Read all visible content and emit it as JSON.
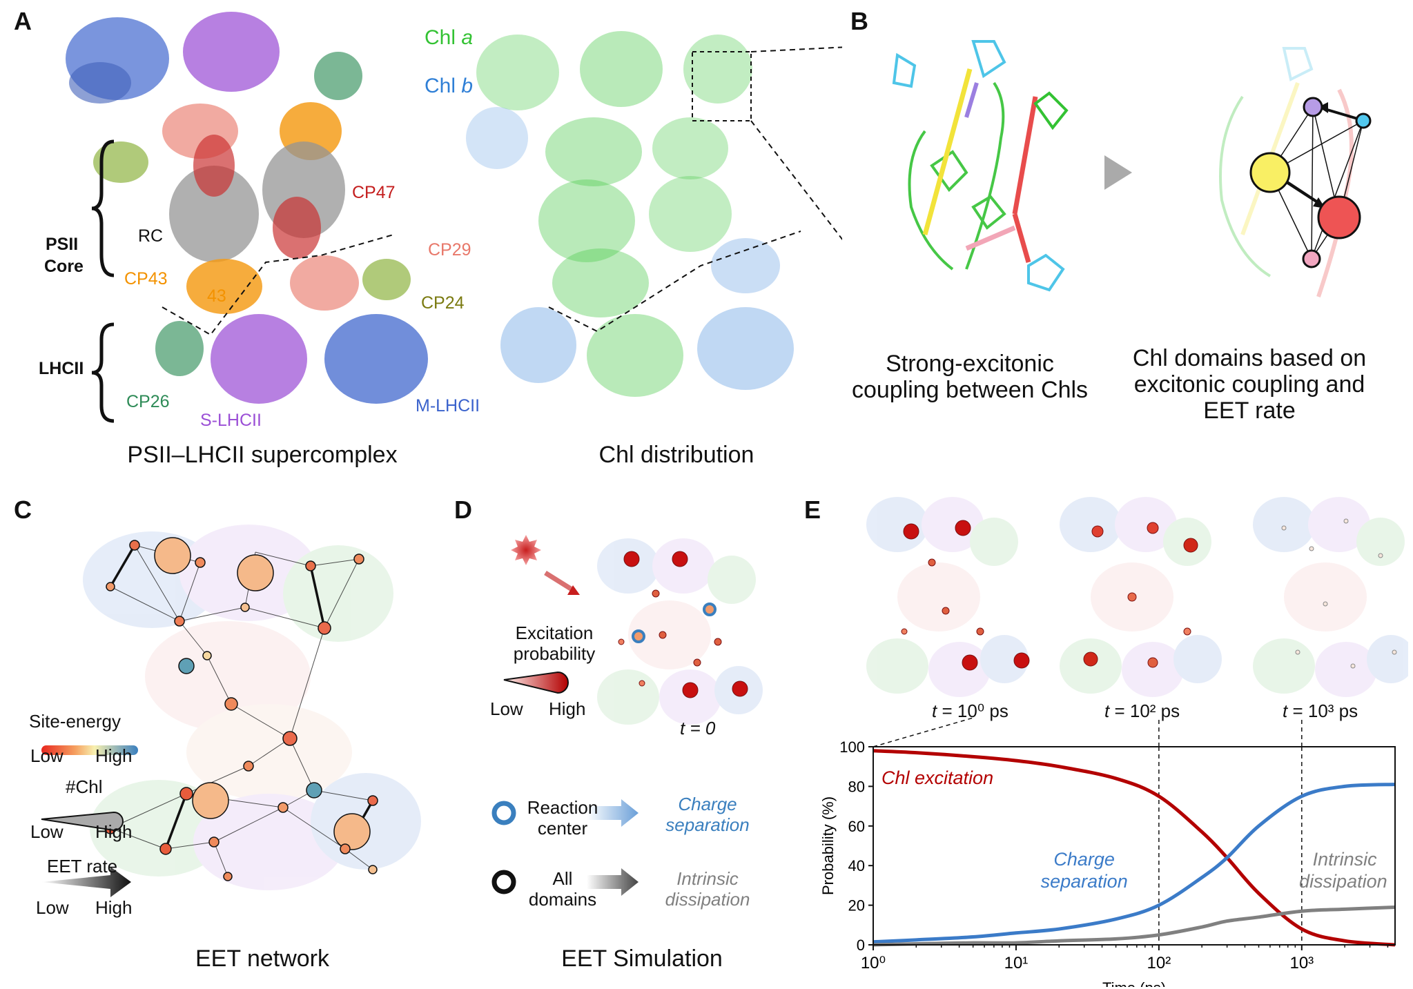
{
  "panels": {
    "a": "A",
    "b": "B",
    "c": "C",
    "d": "D",
    "e": "E"
  },
  "colors": {
    "chl_a": "#33c233",
    "chl_b": "#2f7fd6",
    "red_curve": "#b30000",
    "blue_curve": "#3b7bc8",
    "gray_curve": "#808080",
    "cp47": "#c41e1e",
    "cp29": "#e8786a",
    "cp43": "#f39200",
    "cp24": "#7a7a10",
    "cp26": "#2e8b57",
    "s_lhcii": "#9b4fd6",
    "m_lhcii": "#3a62cc"
  },
  "icons": [
    "sun-burst-icon",
    "arrow-icon",
    "play-triangle-icon",
    "ring-icon",
    "cone-icon"
  ],
  "panel_a": {
    "caption": "PSII–LHCII supercomplex",
    "labels": {
      "psii": "PSII",
      "core": "Core",
      "lhcii": "LHCII",
      "rc": "RC",
      "cp47": "CP47",
      "cp29": "CP29",
      "cp43": "CP43",
      "cp43_overlap": "43",
      "cp24": "CP24",
      "cp26": "CP26",
      "s_lhcii": "S-LHCII",
      "m_lhcii": "M-LHCII"
    },
    "chl_a_text": "Chl ",
    "chl_a_italic": "a",
    "chl_b_text": "Chl ",
    "chl_b_italic": "b",
    "caption2": "Chl distribution"
  },
  "panel_b": {
    "caption_left_1": "Strong-excitonic",
    "caption_left_2": "coupling between Chls",
    "caption_right_1": "Chl domains based on",
    "caption_right_2": "excitonic coupling and",
    "caption_right_3": "EET rate"
  },
  "panel_c": {
    "caption": "EET network",
    "legend": {
      "site_energy": "Site-energy",
      "low": "Low",
      "high": "High",
      "nchl": "#Chl",
      "eet_rate": "EET rate"
    }
  },
  "panel_d": {
    "caption": "EET Simulation",
    "excitation_1": "Excitation",
    "excitation_2": "probability",
    "low": "Low",
    "high": "High",
    "t0": "t = 0",
    "rc_1": "Reaction",
    "rc_2": "center",
    "cs_1": "Charge",
    "cs_2": "separation",
    "all_1": "All",
    "all_2": "domains",
    "id_1": "Intrinsic",
    "id_2": "dissipation"
  },
  "panel_e": {
    "snapshots": [
      {
        "t_prefix": "t",
        "t_value": " = 10⁰ ps"
      },
      {
        "t_prefix": "t",
        "t_value": " = 10² ps"
      },
      {
        "t_prefix": "t",
        "t_value": " = 10³ ps"
      }
    ]
  },
  "chart_data": {
    "type": "line",
    "xlabel": "Time (ps)",
    "ylabel": "Probability (%)",
    "x_scale": "log",
    "xlim": [
      1,
      4500
    ],
    "ylim": [
      0,
      100
    ],
    "xticks": [
      "10⁰",
      "10¹",
      "10²",
      "10³"
    ],
    "yticks": [
      0,
      20,
      40,
      60,
      80,
      100
    ],
    "x": [
      1,
      2,
      5,
      10,
      20,
      50,
      100,
      200,
      300,
      500,
      1000,
      2000,
      4500
    ],
    "series": [
      {
        "name": "Chl excitation",
        "values": [
          98,
          97,
          95,
          93,
          90,
          84,
          75,
          57,
          44,
          26,
          8,
          2,
          0
        ]
      },
      {
        "name": "Charge separation",
        "values": [
          1.5,
          2.5,
          4,
          6,
          8,
          13,
          20,
          34,
          44,
          60,
          75,
          80,
          81
        ]
      },
      {
        "name": "Intrinsic dissipation",
        "values": [
          0,
          0.5,
          1,
          1,
          2,
          3,
          5,
          9,
          12,
          14,
          17,
          18,
          19
        ]
      }
    ],
    "annotations": [
      {
        "text": "Chl excitation"
      },
      {
        "text": "Charge",
        "text2": "separation"
      },
      {
        "text": "Intrinsic",
        "text2": "dissipation"
      }
    ]
  }
}
